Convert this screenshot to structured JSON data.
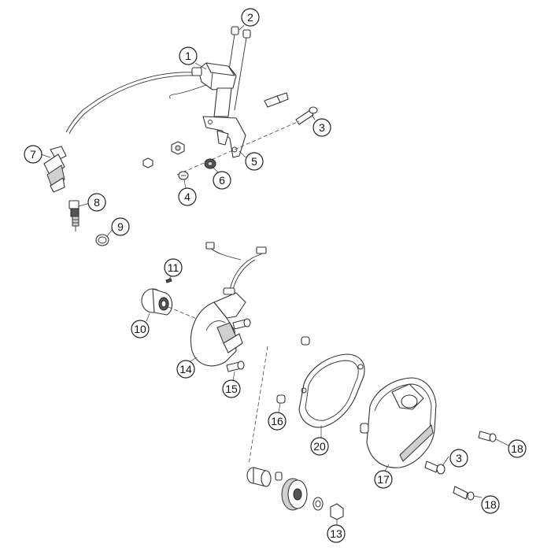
{
  "callouts": [
    {
      "id": "c1",
      "label": "1"
    },
    {
      "id": "c2",
      "label": "2"
    },
    {
      "id": "c3a",
      "label": "3"
    },
    {
      "id": "c5",
      "label": "5"
    },
    {
      "id": "c7",
      "label": "7"
    },
    {
      "id": "c6",
      "label": "6"
    },
    {
      "id": "c4",
      "label": "4"
    },
    {
      "id": "c8",
      "label": "8"
    },
    {
      "id": "c9",
      "label": "9"
    },
    {
      "id": "c11",
      "label": "11"
    },
    {
      "id": "c10",
      "label": "10"
    },
    {
      "id": "c14",
      "label": "14"
    },
    {
      "id": "c15",
      "label": "15"
    },
    {
      "id": "c16",
      "label": "16"
    },
    {
      "id": "c20",
      "label": "20"
    },
    {
      "id": "c18a",
      "label": "18"
    },
    {
      "id": "c3b",
      "label": "3"
    },
    {
      "id": "c17",
      "label": "17"
    },
    {
      "id": "c18b",
      "label": "18"
    },
    {
      "id": "c13",
      "label": "13"
    }
  ]
}
